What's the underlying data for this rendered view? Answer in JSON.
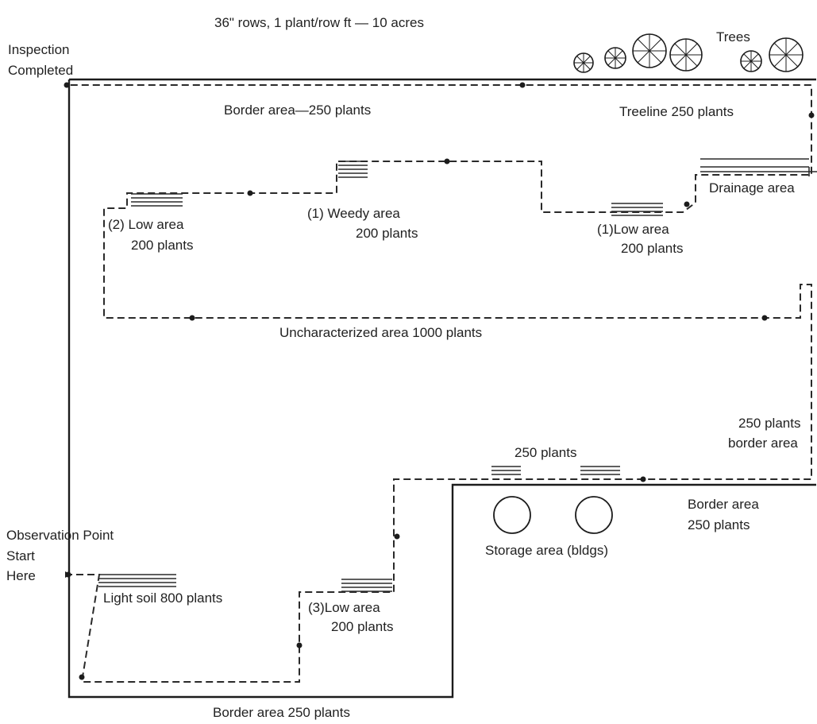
{
  "header": {
    "caption": "36\" rows, 1 plant/row ft — 10 acres"
  },
  "labels": {
    "inspection_completed": [
      "Inspection",
      "Completed"
    ],
    "trees": "Trees",
    "border_top": "Border area—250 plants",
    "treeline": "Treeline 250 plants",
    "drainage": "Drainage area",
    "low_area_2": [
      "(2) Low area",
      "200 plants"
    ],
    "weedy_area_1": [
      "(1) Weedy area",
      "200 plants"
    ],
    "low_area_1": [
      "(1)Low area",
      "200 plants"
    ],
    "uncharacterized": "Uncharacterized area 1000 plants",
    "border_right": [
      "250 plants",
      "border area"
    ],
    "plants_250_mid": "250 plants",
    "border_mid_right": [
      "Border area",
      "250 plants"
    ],
    "storage": "Storage area (bldgs)",
    "observation": [
      "Observation Point",
      "Start",
      "Here"
    ],
    "light_soil": "Light soil 800 plants",
    "low_area_3": [
      "(3)Low area",
      "200 plants"
    ],
    "border_bottom": "Border area 250 plants"
  },
  "colors": {
    "ink": "#1c1c1c",
    "text": "#222222",
    "background": "#ffffff"
  }
}
